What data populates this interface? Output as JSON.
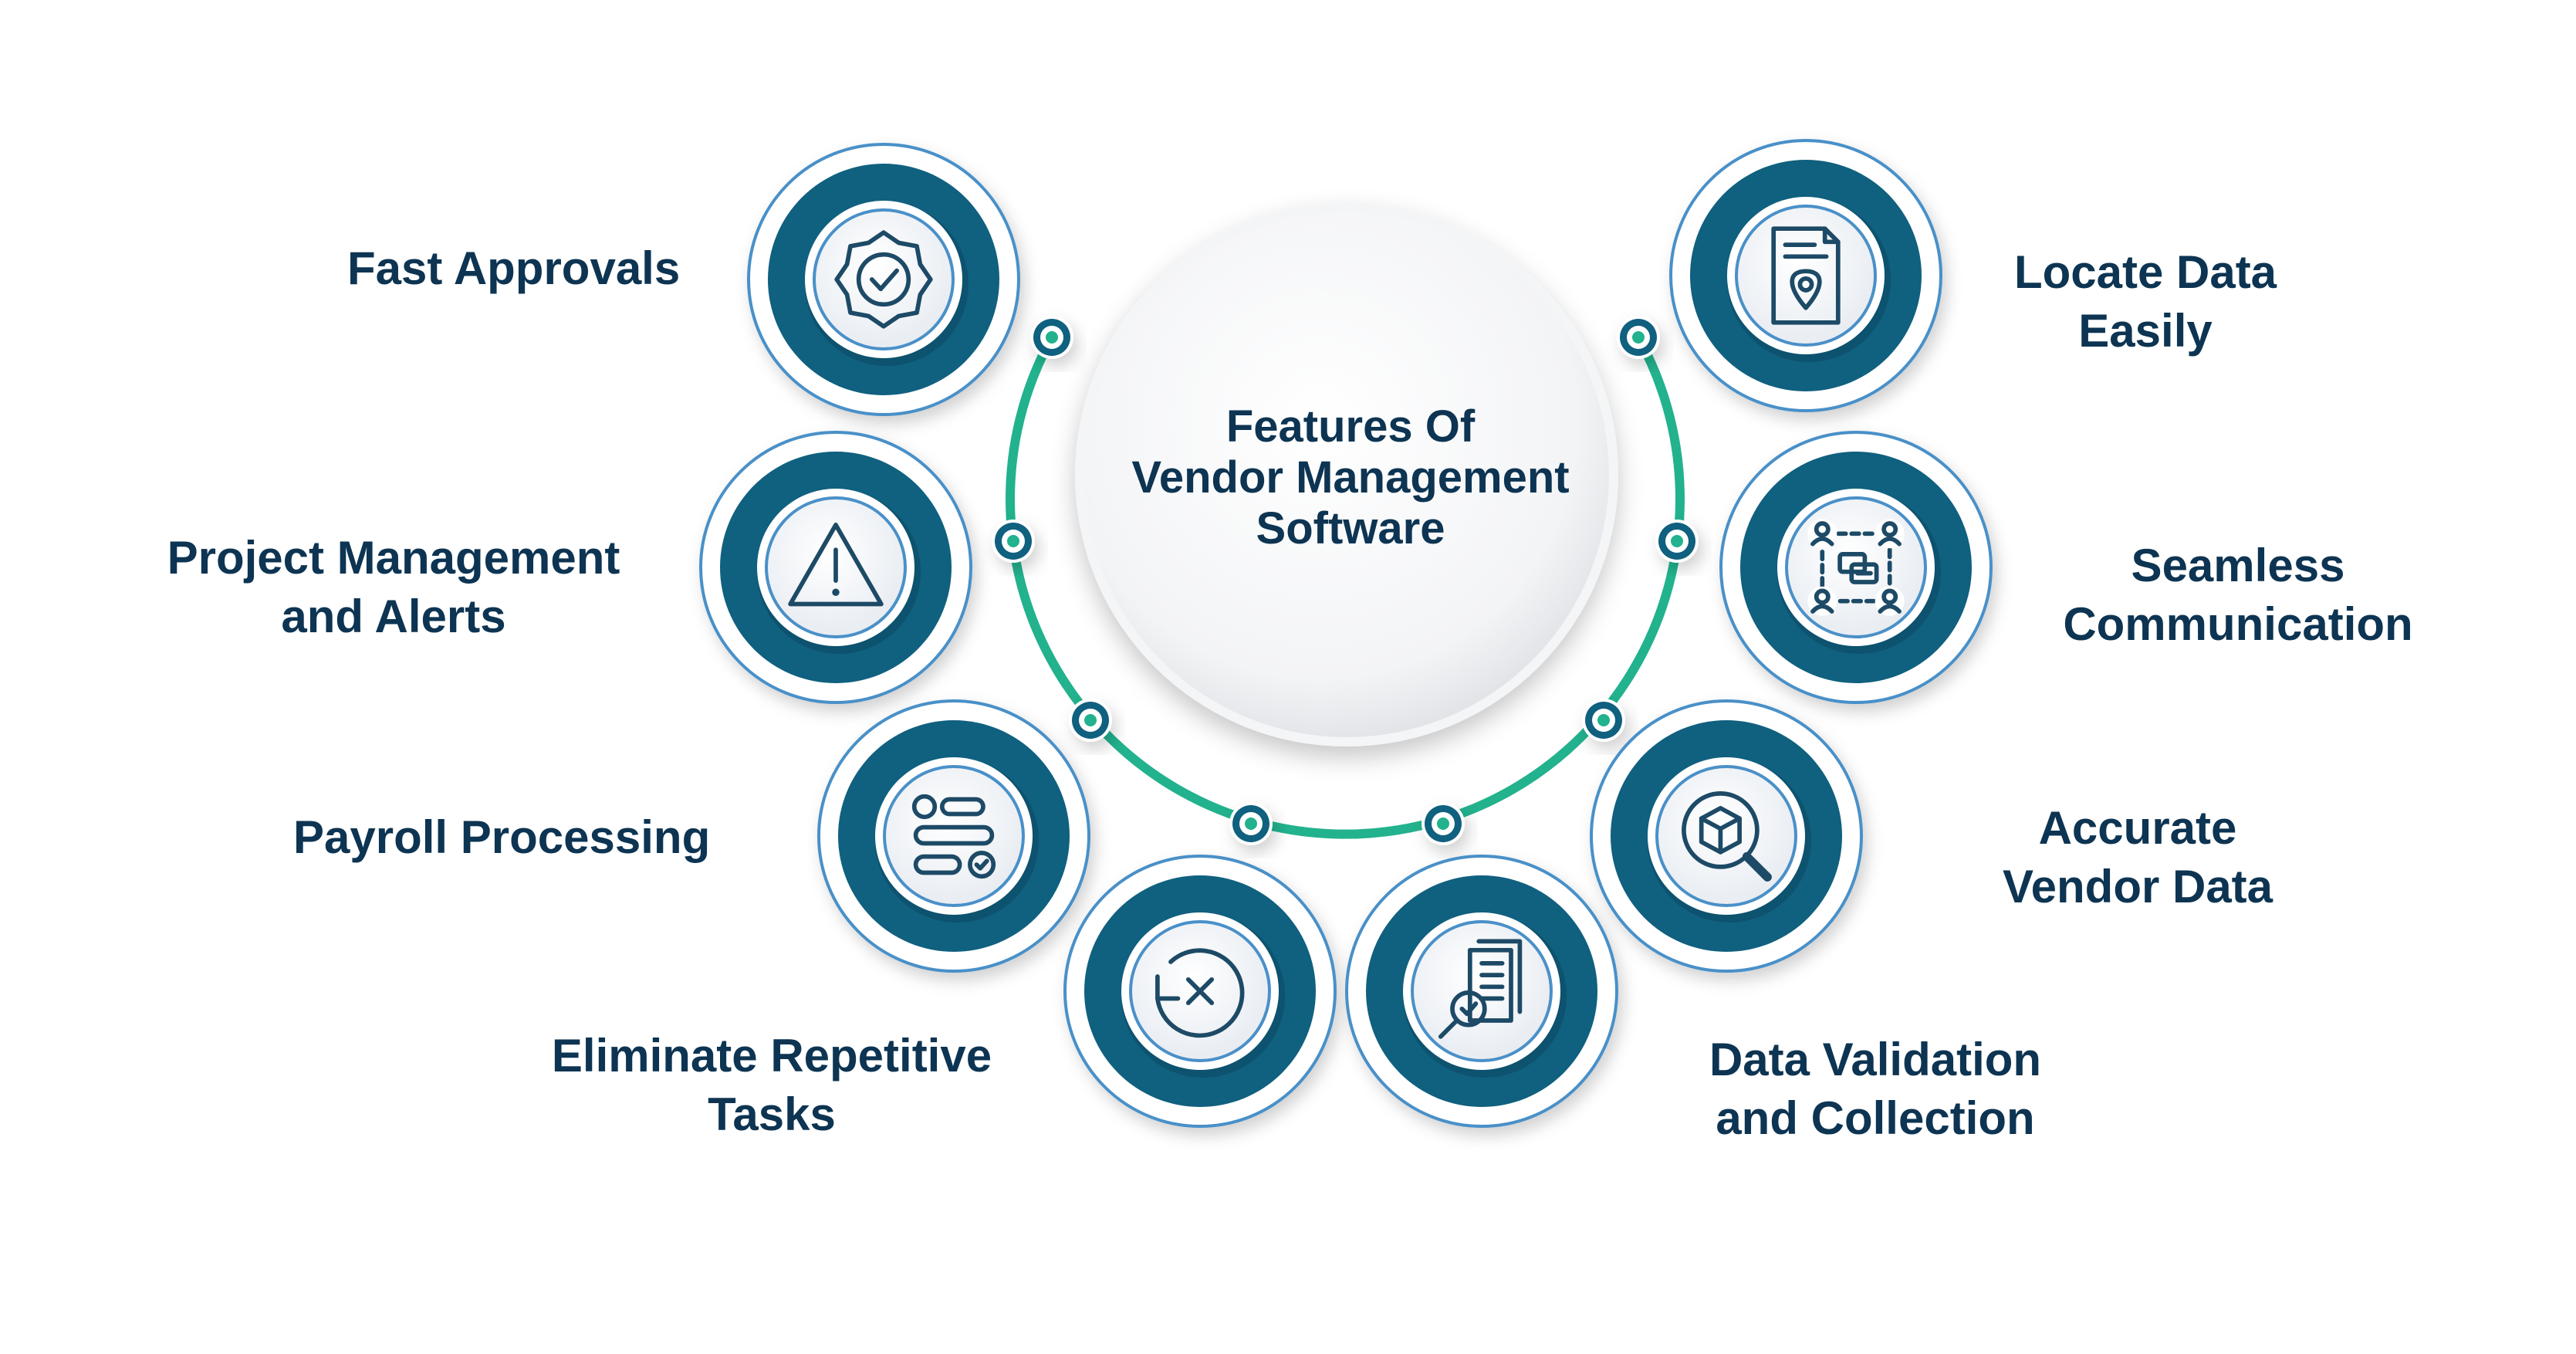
{
  "title": {
    "line1": "Features Of",
    "line2": "Vendor Management",
    "line3": "Software"
  },
  "colors": {
    "dark_teal": "#10607f",
    "ring_outline": "#4a90c8",
    "arc_green": "#22b28d",
    "text": "#0d3452",
    "icon_stroke": "#1d4a66"
  },
  "features": [
    {
      "id": "fast-approvals",
      "lines": [
        "Fast Approvals"
      ],
      "icon": "badge-check-icon"
    },
    {
      "id": "project-management",
      "lines": [
        "Project Management",
        "and Alerts"
      ],
      "icon": "warning-icon"
    },
    {
      "id": "payroll-processing",
      "lines": [
        "Payroll Processing"
      ],
      "icon": "workflow-icon"
    },
    {
      "id": "eliminate-repetitive",
      "lines": [
        "Eliminate Repetitive",
        "Tasks"
      ],
      "icon": "cancel-cycle-icon"
    },
    {
      "id": "data-validation",
      "lines": [
        "Data Validation",
        "and Collection"
      ],
      "icon": "document-search-icon"
    },
    {
      "id": "accurate-vendor-data",
      "lines": [
        "Accurate",
        "Vendor Data"
      ],
      "icon": "package-search-icon"
    },
    {
      "id": "seamless-communication",
      "lines": [
        "Seamless",
        "Communication"
      ],
      "icon": "team-chat-icon"
    },
    {
      "id": "locate-data",
      "lines": [
        "Locate Data",
        "Easily"
      ],
      "icon": "document-location-icon"
    }
  ]
}
